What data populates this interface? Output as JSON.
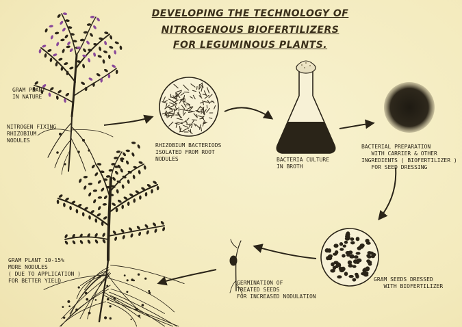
{
  "title": {
    "line1": "DEVELOPING THE TECHNOLOGY OF",
    "line2": "NITROGENOUS BIOFERTILIZERS",
    "line3": "FOR LEGUMINOUS PLANTS."
  },
  "labels": {
    "gram_plant_nature": "GRAM PLANT\nIN NATURE",
    "nitrogen_fixing": "NITROGEN FIXING\nRHIZOBIUM\nNODULES",
    "rhizobium_isolated": "RHIZOBIUM BACTERIODS\nISOLATED FROM ROOT\nNODULES",
    "bacteria_culture": "BACTERIA CULTURE\nIN BROTH",
    "bacterial_preparation": "BACTERIAL PREPARATION\n   WITH CARRIER & OTHER\nINGREDIENTS ( BIOFERTILIZER )\n   FOR SEED DRESSING",
    "gram_seeds_dressed": "GRAM SEEDS DRESSED\n   WITH BIOFERTILIZER",
    "germination": "GERMINATION OF\nTREATED SEEDS\nFOR INCREASED NODULATION",
    "gram_plant_result": "GRAM PLANT 10-15%\nMORE NODULES\n( DUE TO APPLICATION )\nFOR BETTER YIELD"
  },
  "colors": {
    "background": "#f6efc2",
    "ink": "#2a2418",
    "accent_purple": "#8a4a9a"
  }
}
